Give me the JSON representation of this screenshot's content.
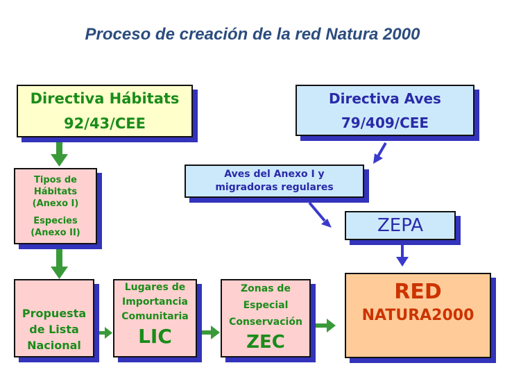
{
  "title": "Proceso de creación de la red Natura 2000",
  "habitats": {
    "line1": "Directiva Hábitats",
    "line2": "92/43/CEE"
  },
  "aves": {
    "line1": "Directiva Aves",
    "line2": "79/409/CEE"
  },
  "tipos": {
    "line1": "Tipos de",
    "line2": "Hábitats",
    "line3": "(Anexo I)",
    "line4": "Especies",
    "line5": "(Anexo II)"
  },
  "aves_anexo": {
    "line1": "Aves del Anexo I y",
    "line2": "migradoras regulares"
  },
  "zepa": "ZEPA",
  "propuesta": {
    "line1": "Propuesta",
    "line2": "de Lista",
    "line3": "Nacional"
  },
  "lic": {
    "line1": "Lugares de",
    "line2": "Importancia",
    "line3": "Comunitaria",
    "abbr": "LIC"
  },
  "zec": {
    "line1": "Zonas de",
    "line2": "Especial",
    "line3": "Conservación",
    "abbr": "ZEC"
  },
  "red": {
    "line1": "RED",
    "line2": "NATURA2000"
  },
  "colors": {
    "green": "#1a8c1a",
    "blue": "#2a2aa8",
    "red": "#cc3300",
    "shadow": "#3333bb"
  }
}
